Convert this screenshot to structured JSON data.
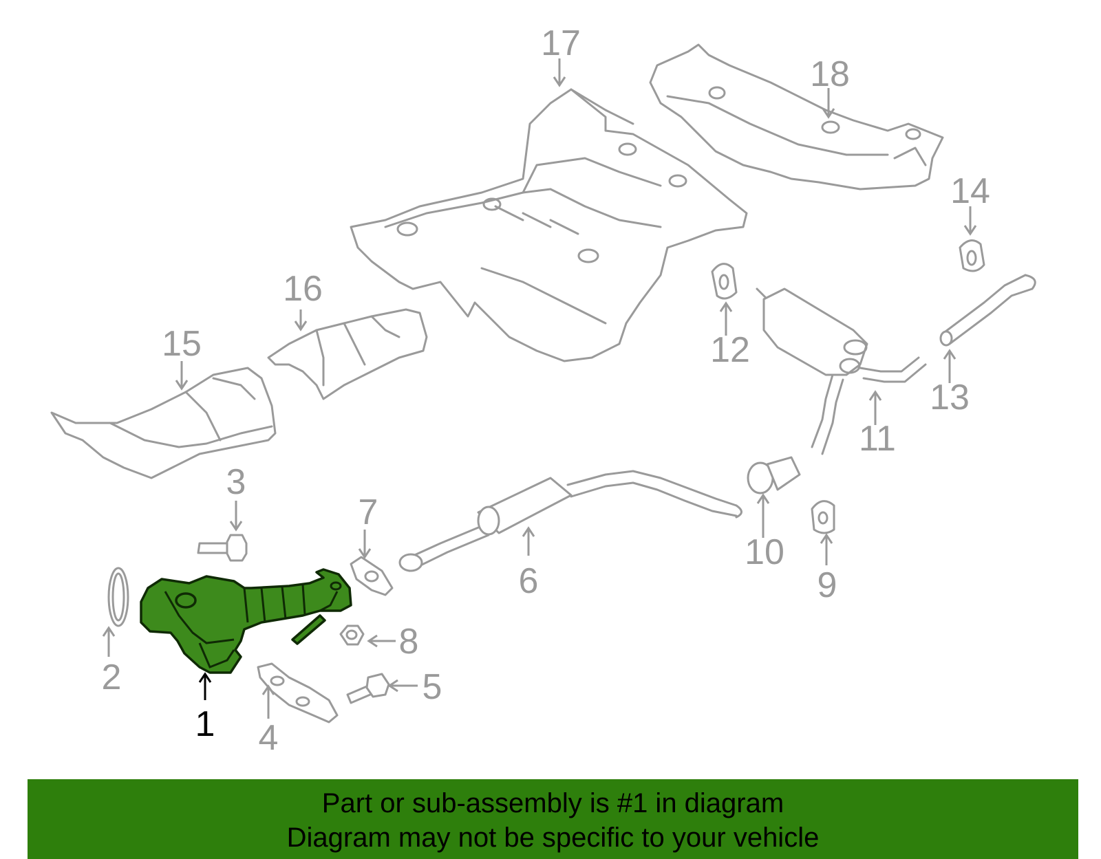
{
  "callouts": [
    {
      "id": "1",
      "label": "1",
      "primary": true
    },
    {
      "id": "2",
      "label": "2"
    },
    {
      "id": "3",
      "label": "3"
    },
    {
      "id": "4",
      "label": "4"
    },
    {
      "id": "5",
      "label": "5"
    },
    {
      "id": "6",
      "label": "6"
    },
    {
      "id": "7",
      "label": "7"
    },
    {
      "id": "8",
      "label": "8"
    },
    {
      "id": "9",
      "label": "9"
    },
    {
      "id": "10",
      "label": "10"
    },
    {
      "id": "11",
      "label": "11"
    },
    {
      "id": "12",
      "label": "12"
    },
    {
      "id": "13",
      "label": "13"
    },
    {
      "id": "14",
      "label": "14"
    },
    {
      "id": "15",
      "label": "15"
    },
    {
      "id": "16",
      "label": "16"
    },
    {
      "id": "17",
      "label": "17"
    },
    {
      "id": "18",
      "label": "18"
    }
  ],
  "colors": {
    "highlight_part": "#3d8a1c",
    "banner": "#2e7f0c",
    "line_art": "#9a9a9a"
  },
  "banner": {
    "line1": "Part or sub-assembly is #1 in diagram",
    "line2": "Diagram may not be specific to your vehicle"
  }
}
